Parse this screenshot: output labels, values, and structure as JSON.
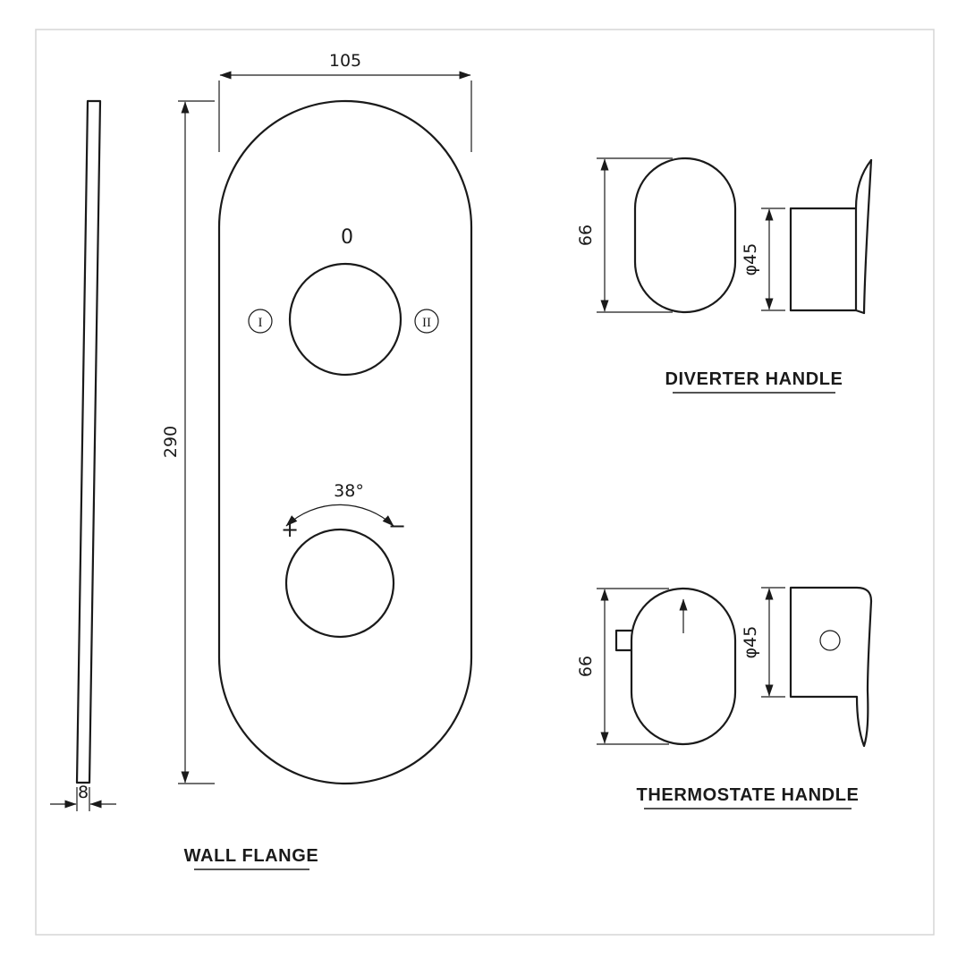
{
  "page": {
    "background_color": "#ffffff",
    "line_color": "#1a1a1a",
    "frame_color": "#d6d6d6"
  },
  "wall_flange": {
    "label": "WALL FLANGE",
    "dim_width": "105",
    "dim_height": "290",
    "dim_thickness": "8",
    "diverter_position_zero": "0",
    "diverter_position_one": "I",
    "diverter_position_two": "II",
    "thermostat_angle": "38°",
    "plus_sign": "+",
    "minus_sign": "−"
  },
  "diverter_handle": {
    "label": "DIVERTER HANDLE",
    "dim_height": "66",
    "dim_diameter": "φ45"
  },
  "thermostat_handle": {
    "label": "THERMOSTATE HANDLE",
    "dim_height": "66",
    "dim_diameter": "φ45"
  }
}
